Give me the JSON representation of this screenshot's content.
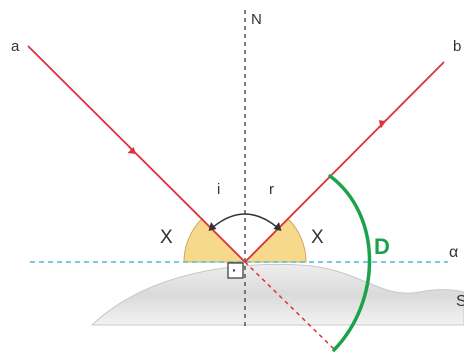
{
  "labels": {
    "normal": "N",
    "incident_point": "a",
    "reflected_point": "b",
    "angle_incidence": "i",
    "angle_reflection": "r",
    "complement_left": "X",
    "complement_right": "X",
    "deviation": "D",
    "plane": "α",
    "surface": "S",
    "right_angle": "·"
  },
  "colors": {
    "ray": "#e0303a",
    "normal": "#555555",
    "plane": "#4db8d8",
    "deviation": "#1aa34a",
    "angle_fill": "#f7d98b",
    "surface": "#d9d9d9"
  }
}
